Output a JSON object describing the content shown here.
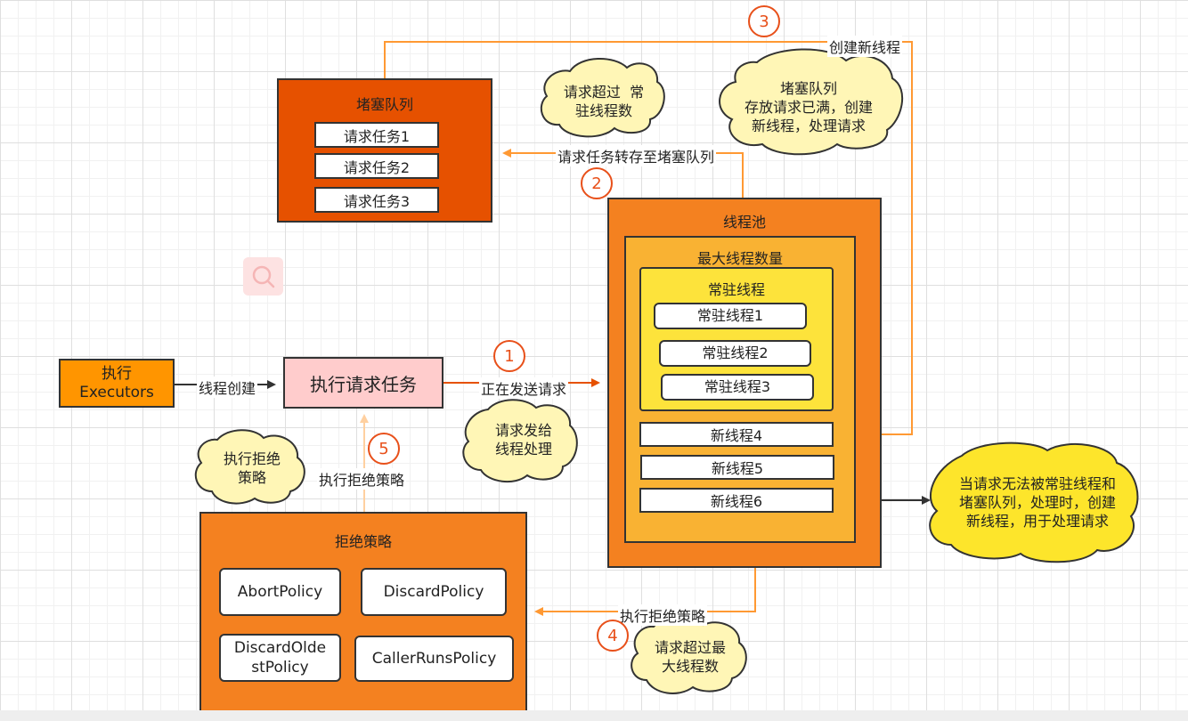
{
  "blocking_queue": {
    "title": "堵塞队列",
    "tasks": [
      "请求任务1",
      "请求任务2",
      "请求任务3"
    ]
  },
  "thread_pool": {
    "title": "线程池",
    "max_title": "最大线程数量",
    "core_title": "常驻线程",
    "core_threads": [
      "常驻线程1",
      "常驻线程2",
      "常驻线程3"
    ],
    "new_threads": [
      "新线程4",
      "新线程5",
      "新线程6"
    ]
  },
  "executors": {
    "line1": "执行",
    "line2": "Executors"
  },
  "execute_task": "执行请求任务",
  "reject_policy": {
    "title": "拒绝策略",
    "policies": [
      "AbortPolicy",
      "DiscardPolicy",
      "DiscardOldestPolicy",
      "CallerRunsPolicy"
    ],
    "policy_lines": {
      "discard_oldest_1": "DiscardOlde",
      "discard_oldest_2": "stPolicy"
    }
  },
  "edge_labels": {
    "create_thread": "线程创建",
    "sending_request": "正在发送请求",
    "transfer_to_queue": "请求任务转存至堵塞队列",
    "create_new_thread": "创建新线程",
    "execute_reject_bottom": "执行拒绝策略",
    "execute_reject_left": "执行拒绝策略"
  },
  "step_numbers": [
    "1",
    "2",
    "3",
    "4",
    "5"
  ],
  "clouds": {
    "exceeds_core": [
      "请求超过  常",
      "驻线程数"
    ],
    "queue_full": [
      "堵塞队列",
      "存放请求已满，创建",
      "新线程，处理请求"
    ],
    "send_to_thread": [
      "请求发给",
      "线程处理"
    ],
    "reject_strategy": [
      "执行拒绝",
      "策略"
    ],
    "exceeds_max": [
      "请求超过最",
      "大线程数"
    ],
    "new_thread_note": [
      "当请求无法被常驻线程和",
      "堵塞队列，处理时，创建",
      "新线程，用于处理请求"
    ]
  },
  "colors": {
    "queue_fill": "#e65100",
    "pool_fill": "#f48120",
    "max_fill": "#f9b233",
    "core_fill": "#fde33b",
    "executors_fill": "#ff9500",
    "task_fill": "#ffcccc",
    "cloud_light": "#fff6b6",
    "cloud_yellow": "#fde52b",
    "arrow_orange": "#ff9933",
    "arrow_dark": "#e65100",
    "step_red": "#e8501a"
  }
}
